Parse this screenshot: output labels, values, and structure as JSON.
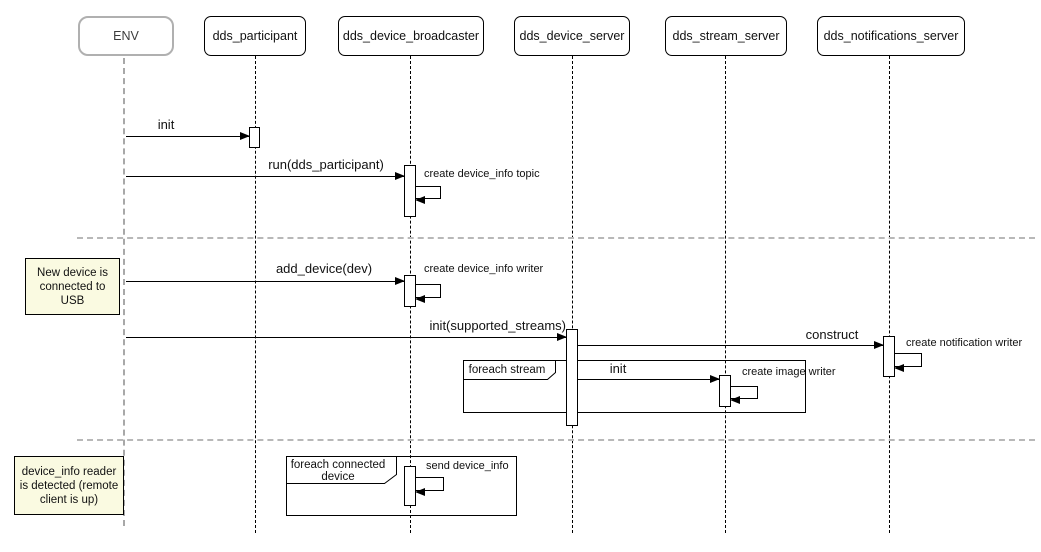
{
  "diagram": {
    "participants": [
      {
        "id": "env",
        "label": "ENV"
      },
      {
        "id": "dds_participant",
        "label": "dds_participant"
      },
      {
        "id": "dds_device_broadcaster",
        "label": "dds_device_broadcaster"
      },
      {
        "id": "dds_device_server",
        "label": "dds_device_server"
      },
      {
        "id": "dds_stream_server",
        "label": "dds_stream_server"
      },
      {
        "id": "dds_notifications_server",
        "label": "dds_notifications_server"
      }
    ],
    "messages": {
      "init_participant": "init",
      "run_participant": "run(dds_participant)",
      "create_device_info_topic": "create device_info topic",
      "add_device": "add_device(dev)",
      "create_device_info_writer": "create device_info writer",
      "init_supported_streams": "init(supported_streams)",
      "construct": "construct",
      "create_notification_writer": "create notification writer",
      "init_stream": "init",
      "create_image_writer": "create image writer",
      "send_device_info": "send device_info"
    },
    "fragments": {
      "foreach_stream": "foreach stream",
      "foreach_connected_device": "foreach connected device"
    },
    "notes": {
      "usb": "New device is connected to USB",
      "reader": "device_info reader is detected (remote client is up)"
    },
    "colors": {
      "line": "#000000",
      "note_bg": "#fafae1",
      "env_border": "#b0b0b0",
      "separator": "#b8b8b8"
    }
  }
}
